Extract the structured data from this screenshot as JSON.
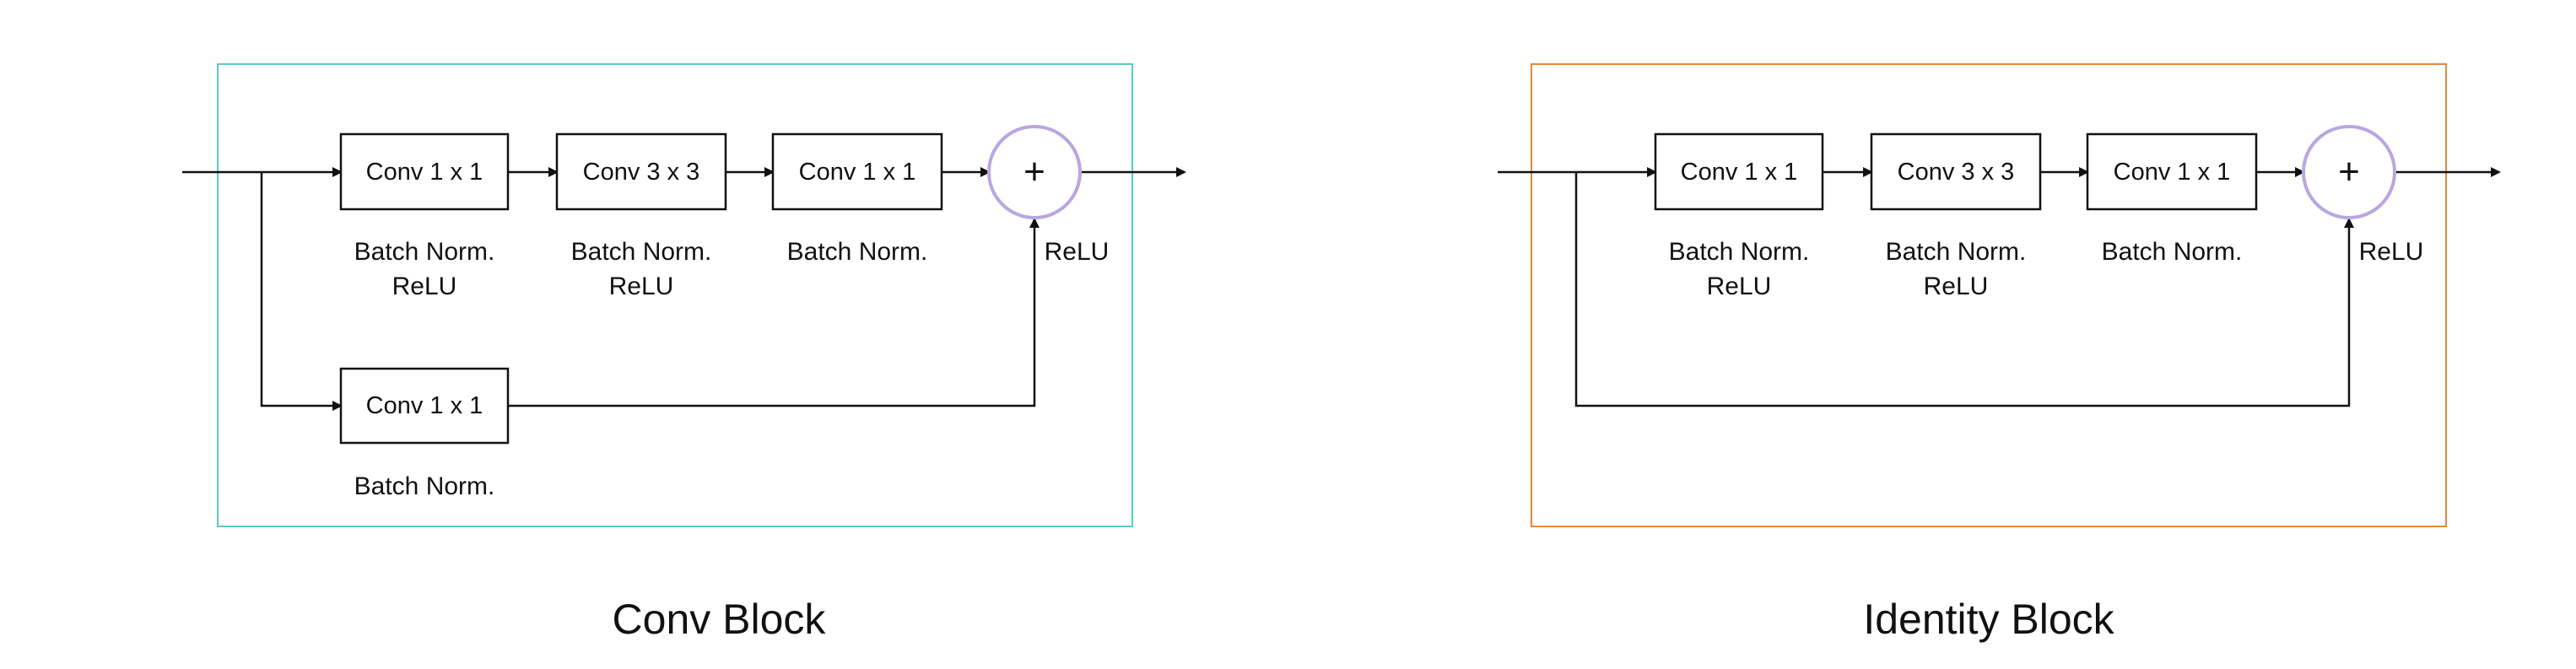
{
  "colors": {
    "conv_block_border": "#5cc8c8",
    "identity_block_border": "#e08a3c",
    "adder_circle": "#b9a6e0",
    "line": "#111111"
  },
  "conv_block": {
    "caption": "Conv Block",
    "main_path": [
      {
        "box": "Conv 1 x 1",
        "sub": [
          "Batch Norm.",
          "ReLU"
        ]
      },
      {
        "box": "Conv 3 x 3",
        "sub": [
          "Batch Norm.",
          "ReLU"
        ]
      },
      {
        "box": "Conv 1 x 1",
        "sub": [
          "Batch Norm."
        ]
      }
    ],
    "shortcut": {
      "box": "Conv 1 x 1",
      "sub": [
        "Batch Norm."
      ]
    },
    "adder": {
      "symbol": "+",
      "after": "ReLU"
    }
  },
  "identity_block": {
    "caption": "Identity Block",
    "main_path": [
      {
        "box": "Conv 1 x 1",
        "sub": [
          "Batch Norm.",
          "ReLU"
        ]
      },
      {
        "box": "Conv 3 x 3",
        "sub": [
          "Batch Norm.",
          "ReLU"
        ]
      },
      {
        "box": "Conv 1 x 1",
        "sub": [
          "Batch Norm."
        ]
      }
    ],
    "adder": {
      "symbol": "+",
      "after": "ReLU"
    }
  }
}
